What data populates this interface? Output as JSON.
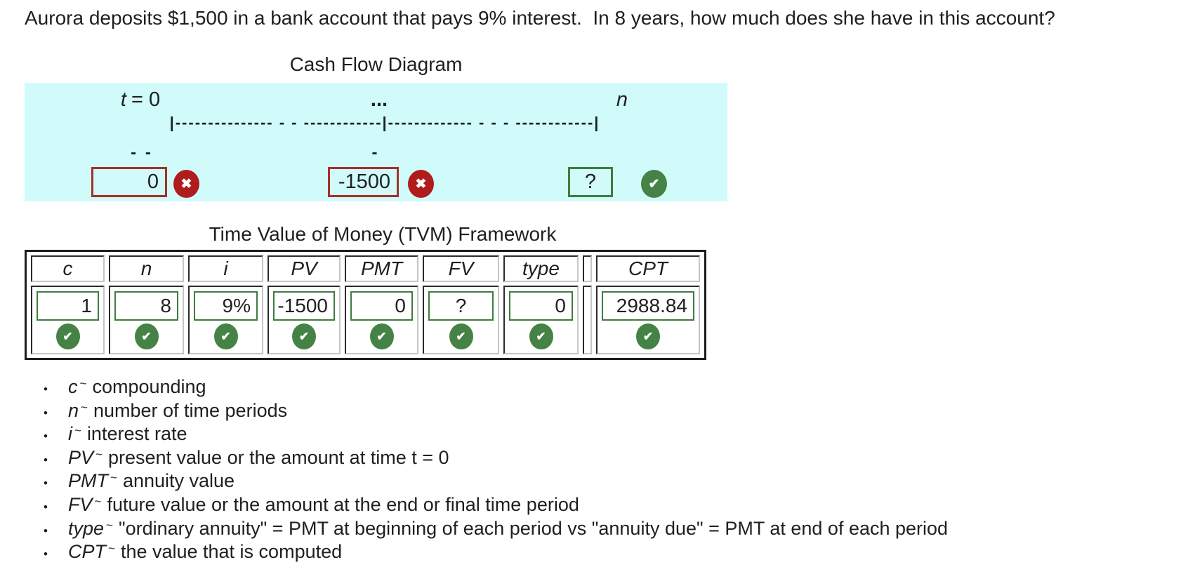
{
  "question": "Aurora deposits $1,500 in a bank account that pays 9% interest.  In 8 years, how much does she have in this account?",
  "cash_flow": {
    "title": "Cash Flow Diagram",
    "labels": {
      "start_var": "t",
      "start_eq": "= 0",
      "middle": "...",
      "end": "n"
    },
    "timeline": "|--------------- - - ------------|------------- - - - ------------|",
    "marks": {
      "start": "- -",
      "middle": "-"
    },
    "entries": [
      {
        "value": "0",
        "status": "incorrect"
      },
      {
        "value": "-1500",
        "status": "incorrect"
      },
      {
        "value": "?",
        "status": "correct"
      }
    ]
  },
  "tvm": {
    "title": "Time Value of Money (TVM) Framework",
    "columns": [
      {
        "header": "c",
        "value": "1",
        "status": "correct"
      },
      {
        "header": "n",
        "value": "8",
        "status": "correct"
      },
      {
        "header": "i",
        "value": "9%",
        "status": "correct"
      },
      {
        "header": "PV",
        "value": "-1500",
        "status": "correct"
      },
      {
        "header": "PMT",
        "value": "0",
        "status": "correct"
      },
      {
        "header": "FV",
        "value": "?",
        "status": "correct"
      },
      {
        "header": "type",
        "value": "0",
        "status": "correct"
      },
      {
        "header": "CPT",
        "value": "2988.84",
        "status": "correct"
      }
    ]
  },
  "legend": {
    "bullet": "•",
    "separator": "~",
    "items": [
      {
        "term": "c",
        "desc": "compounding"
      },
      {
        "term": "n",
        "desc": "number of time periods"
      },
      {
        "term": "i",
        "desc": "interest rate"
      },
      {
        "term": "PV",
        "desc": "present value or the amount at time t = 0"
      },
      {
        "term": "PMT",
        "desc": "annuity value"
      },
      {
        "term": "FV",
        "desc": "future value or the amount at the end or final time period"
      },
      {
        "term": "type",
        "desc": "\"ordinary annuity\" = PMT at beginning of each period vs \"annuity due\" = PMT at end of each period"
      },
      {
        "term": "CPT",
        "desc": "the value that is computed"
      }
    ]
  },
  "icons": {
    "check": "✔",
    "cross": "✖"
  },
  "colors": {
    "cyan_bg": "#d0fbfa",
    "incorrect_red": "#b01c1c",
    "red_border": "#a43028",
    "correct_green": "#458245",
    "green_border": "#3e7d3f"
  }
}
